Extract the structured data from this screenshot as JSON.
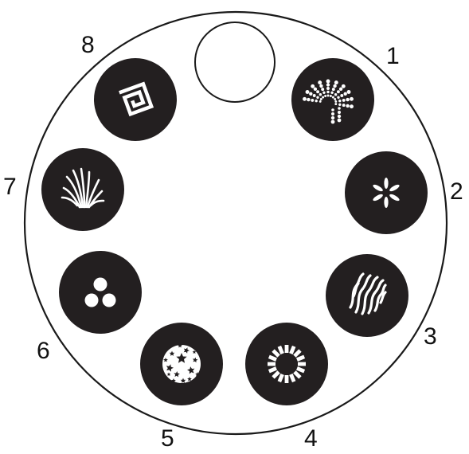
{
  "colors": {
    "background": "#ffffff",
    "outline": "#1a1a1a",
    "disc": "#231f20",
    "pattern": "#ffffff"
  },
  "open_slot": {
    "label": "",
    "icon": "open-circle"
  },
  "gobos": [
    {
      "number": "1",
      "icon": "dotted-fireworks-icon"
    },
    {
      "number": "2",
      "icon": "six-point-star-icon"
    },
    {
      "number": "3",
      "icon": "flame-waves-icon"
    },
    {
      "number": "4",
      "icon": "ring-of-bars-icon"
    },
    {
      "number": "5",
      "icon": "star-sphere-icon"
    },
    {
      "number": "6",
      "icon": "three-dots-icon"
    },
    {
      "number": "7",
      "icon": "grass-tuft-icon"
    },
    {
      "number": "8",
      "icon": "square-spiral-icon"
    }
  ]
}
